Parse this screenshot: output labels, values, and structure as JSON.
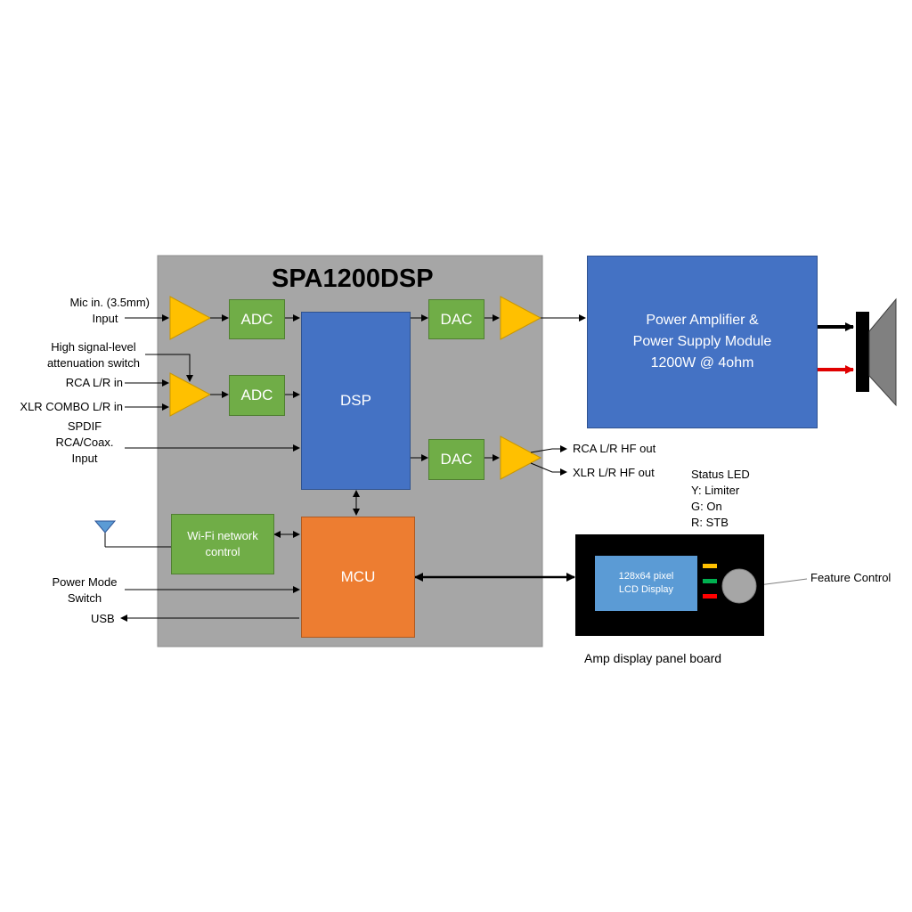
{
  "title": "SPA1200DSP",
  "inputs": {
    "mic": [
      "Mic in. (3.5mm)",
      "Input"
    ],
    "attenuation": [
      "High  signal-level",
      "attenuation switch"
    ],
    "rca": "RCA L/R in",
    "xlr": "XLR COMBO L/R in",
    "spdif": [
      "SPDIF",
      "RCA/Coax.",
      "Input"
    ],
    "power_mode": [
      "Power Mode",
      "Switch"
    ],
    "usb": "USB"
  },
  "blocks": {
    "adc1": "ADC",
    "adc2": "ADC",
    "dac1": "DAC",
    "dac2": "DAC",
    "dsp": "DSP",
    "mcu": "MCU",
    "wifi": [
      "Wi-Fi network",
      "control"
    ]
  },
  "power_module": [
    "Power Amplifier &",
    "Power Supply Module",
    "1200W @ 4ohm"
  ],
  "outputs": {
    "rca_hf": "RCA L/R HF out",
    "xlr_hf": "XLR L/R HF out"
  },
  "status_led": [
    "Status LED",
    "Y: Limiter",
    "G: On",
    "R: STB"
  ],
  "panel": {
    "lcd": [
      "128x64 pixel",
      "LCD Display"
    ],
    "feature_control": "Feature Control",
    "caption": "Amp display panel board"
  },
  "colors": {
    "chip_bg": "#a6a6a6",
    "green_block": "#70ad47",
    "blue_block": "#4472c4",
    "mcu_orange": "#ed7d31",
    "amp_yellow": "#ffc000",
    "lcd_blue": "#5b9bd5",
    "led_yellow": "#ffc000",
    "led_green": "#00b050",
    "led_red": "#ff0000"
  }
}
